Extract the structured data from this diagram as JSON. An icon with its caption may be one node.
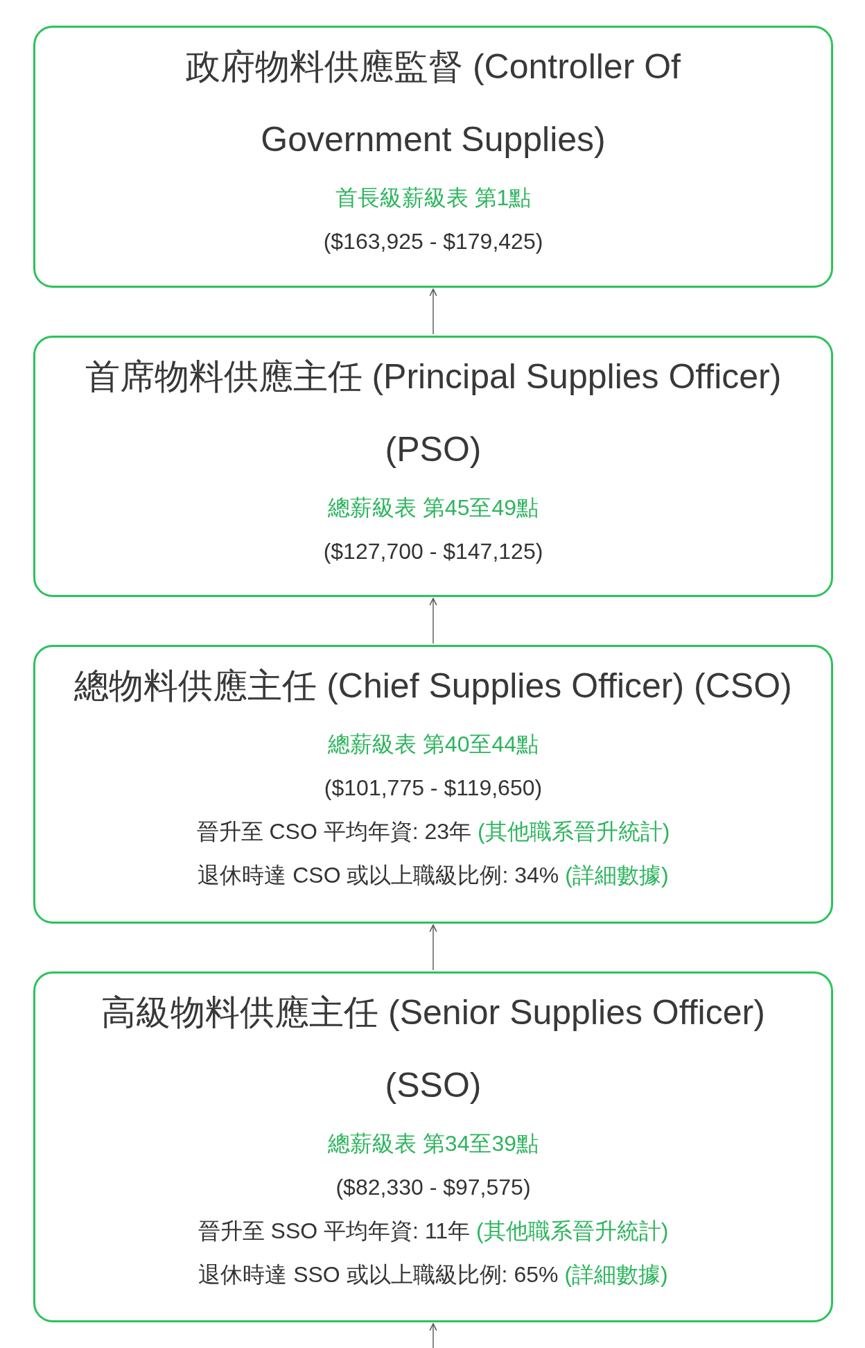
{
  "diagram": {
    "nodes": [
      {
        "text": [
          "政府物料供應監督 (Controller Of Government Supplies)",
          "首長級薪級表 第1點",
          "($163,925 - $179,425)"
        ]
      },
      {
        "text": [
          "首席物料供應主任 (Principal Supplies Officer) (PSO)",
          "總薪級表 第45至49點",
          "($127,700 - $147,125)"
        ]
      },
      {
        "text": [
          "總物料供應主任 (Chief Supplies Officer) (CSO)",
          "總薪級表 第40至44點",
          "($101,775 - $119,650)",
          "晉升至 CSO 平均年資: 23年",
          "(其他職系晉升統計)",
          "退休時達 CSO 或以上職級比例: 34%",
          "(詳細數據)"
        ]
      },
      {
        "text": [
          "高級物料供應主任 (Senior Supplies Officer) (SSO)",
          "總薪級表 第34至39點",
          "($82,330 - $97,575)",
          "晉升至 SSO 平均年資: 11年",
          "(其他職系晉升統計)",
          "退休時達 SSO 或以上職級比例: 65%",
          "(詳細數據)"
        ]
      }
    ],
    "edges": [
      {
        "from": 1,
        "to": 0,
        "arrow": "to"
      },
      {
        "from": 2,
        "to": 1,
        "arrow": "to"
      },
      {
        "from": 3,
        "to": 2,
        "arrow": "to"
      },
      {
        "from": null,
        "to": 3,
        "arrow": "to"
      }
    ]
  }
}
